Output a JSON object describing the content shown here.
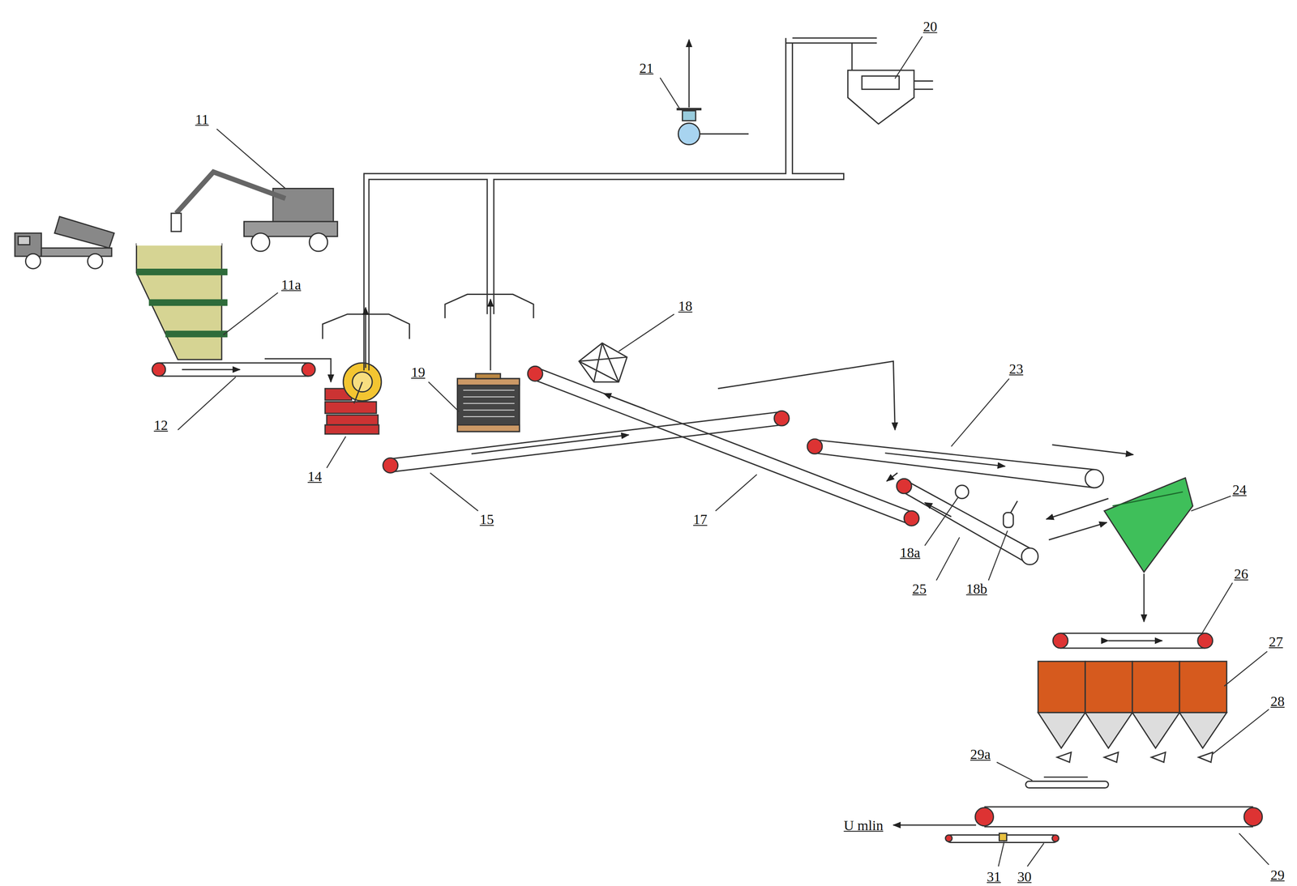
{
  "diagram": {
    "labels": [
      "11",
      "11a",
      "12",
      "14",
      "19",
      "15",
      "18",
      "17",
      "20",
      "21",
      "23",
      "18a",
      "25",
      "18b",
      "24",
      "26",
      "27",
      "28",
      "29a",
      "U mlin",
      "31",
      "30",
      "29"
    ]
  }
}
